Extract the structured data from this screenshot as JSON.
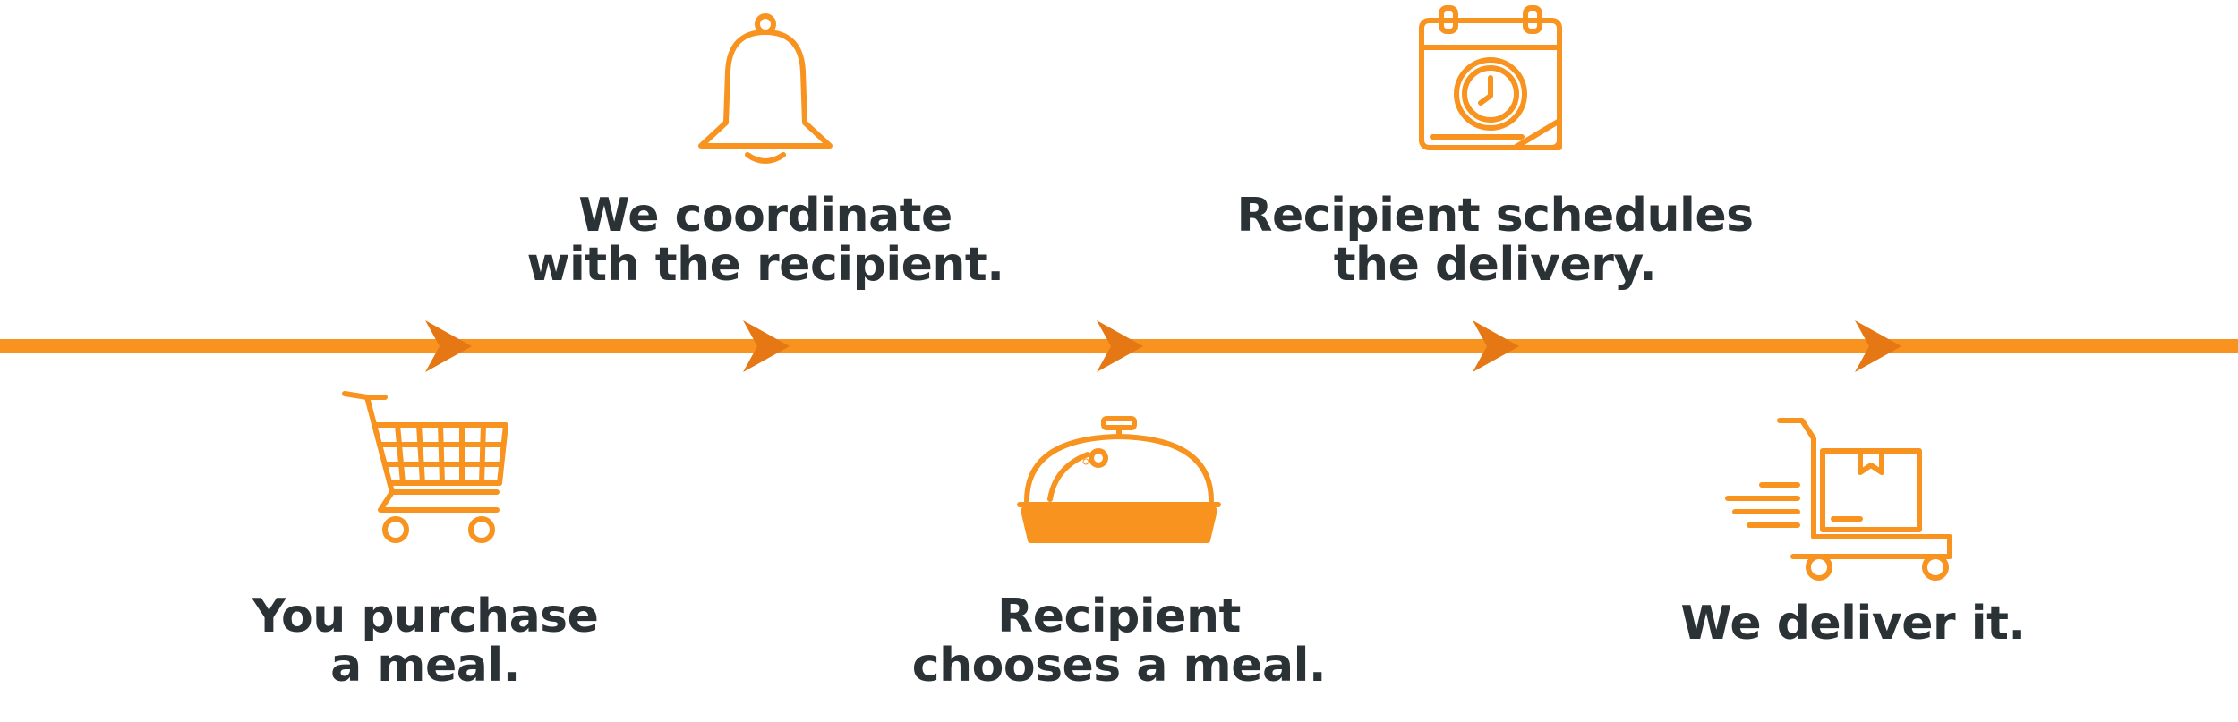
{
  "colors": {
    "accent": "#f7931e",
    "arrow": "#e57714",
    "text": "#2b3236"
  },
  "steps": [
    {
      "icon": "shopping-cart-icon",
      "lines": [
        "You purchase",
        "a meal."
      ]
    },
    {
      "icon": "bell-icon",
      "lines": [
        "We coordinate",
        "with the recipient."
      ]
    },
    {
      "icon": "food-cloche-icon",
      "lines": [
        "Recipient",
        "chooses a meal."
      ]
    },
    {
      "icon": "calendar-clock-icon",
      "lines": [
        "Recipient schedules",
        "the delivery."
      ]
    },
    {
      "icon": "delivery-dolly-icon",
      "lines": [
        "We deliver it."
      ]
    }
  ]
}
